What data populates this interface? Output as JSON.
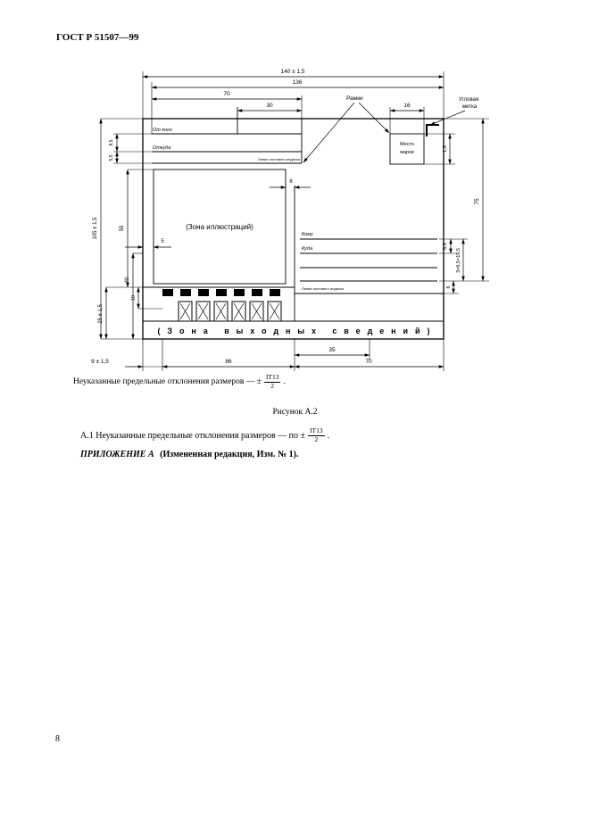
{
  "page": {
    "header": "ГОСТ Р 51507—99",
    "page_number": "8"
  },
  "drawing": {
    "labels": {
      "ot_kogo": "От кого",
      "otkuda": "Откуда",
      "komu": "Кому",
      "kuda": "Куда",
      "index_line_sender": "Линия почтового индекса",
      "index_line_recipient": "Линия почтового индекса",
      "zona_illustr": "(Зона иллюстраций)",
      "zona_vyhod": "(Зона выходных сведений)",
      "mesto_1": "Место",
      "mesto_2": "марки",
      "ramki": "Рамки",
      "uglovaya_1": "Угловая",
      "uglovaya_2": "метка"
    },
    "dims": {
      "w140": "140 ± 1,5",
      "w136": "136",
      "w70_top": "70",
      "w30": "30",
      "w16": "16",
      "h1_5": "1,5",
      "h75": "75",
      "h19_5": "3×6,5=19,5",
      "h8_5_right": "8,5",
      "h6_right": "6",
      "h105": "105 ± 1,5",
      "h8_5_left": "8,5",
      "h5_5_left": "5,5",
      "h55": "55",
      "h40": "40",
      "h10": "10",
      "h25": "25 ± 1,5",
      "g5": "5",
      "g6": "6",
      "w9": "9 ± 1,5",
      "w86": "86",
      "w35": "35",
      "w70_bottom": "70"
    }
  },
  "text": {
    "note_prefix": "Неуказанные предельные отклонения размеров — ±",
    "note_num": "IT13",
    "note_den": "2",
    "note_end": ".",
    "figure_caption": "Рисунок А.2",
    "a1_prefix": "А.1  Неуказанные предельные отклонения размеров — по  ±",
    "a1_num": "IT13",
    "a1_den": "2",
    "a1_end": ".",
    "appendix_italic": "ПРИЛОЖЕНИЕ А",
    "appendix_bold": "(Измененная редакция, Изм. № 1)."
  }
}
